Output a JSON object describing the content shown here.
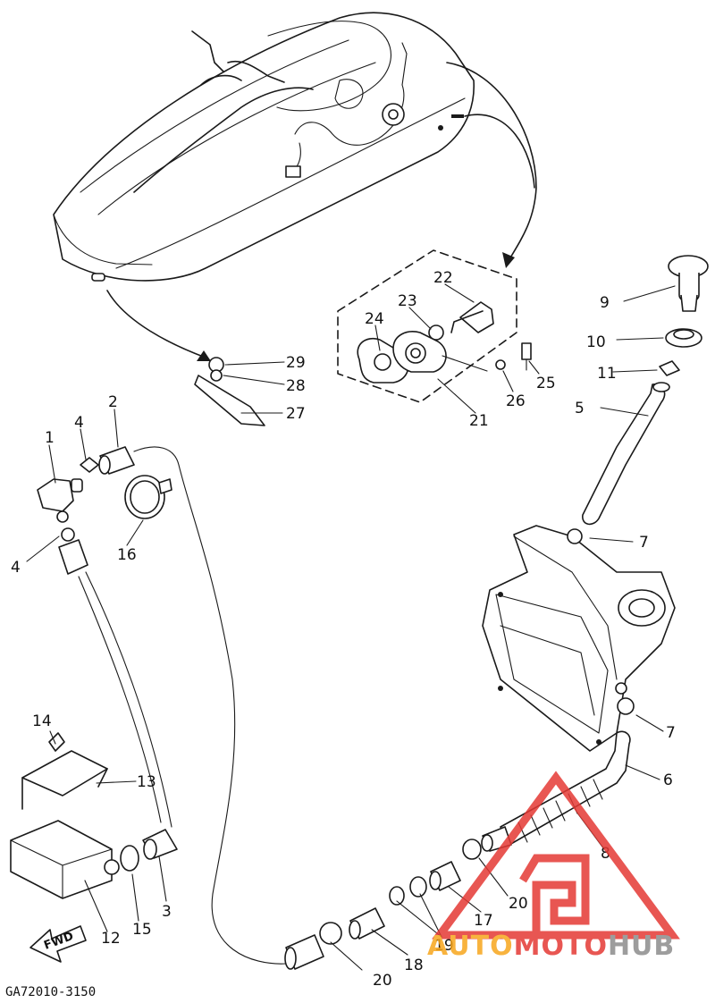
{
  "diagram": {
    "part_labels": [
      "1",
      "2",
      "3",
      "4",
      "4",
      "5",
      "6",
      "7",
      "7",
      "8",
      "9",
      "10",
      "11",
      "12",
      "13",
      "14",
      "15",
      "16",
      "17",
      "18",
      "19",
      "20",
      "20",
      "21",
      "22",
      "23",
      "24",
      "25",
      "26",
      "27",
      "28",
      "29"
    ],
    "fwd_label": "FWD",
    "drawing_code": "GA72010-3150"
  },
  "watermark": {
    "word_a": "AUTO",
    "word_b": "MOTO",
    "word_c": "HUB",
    "colors": {
      "red": "#e53935",
      "orange": "#f7a61d",
      "gray": "#8c8c8c"
    }
  }
}
